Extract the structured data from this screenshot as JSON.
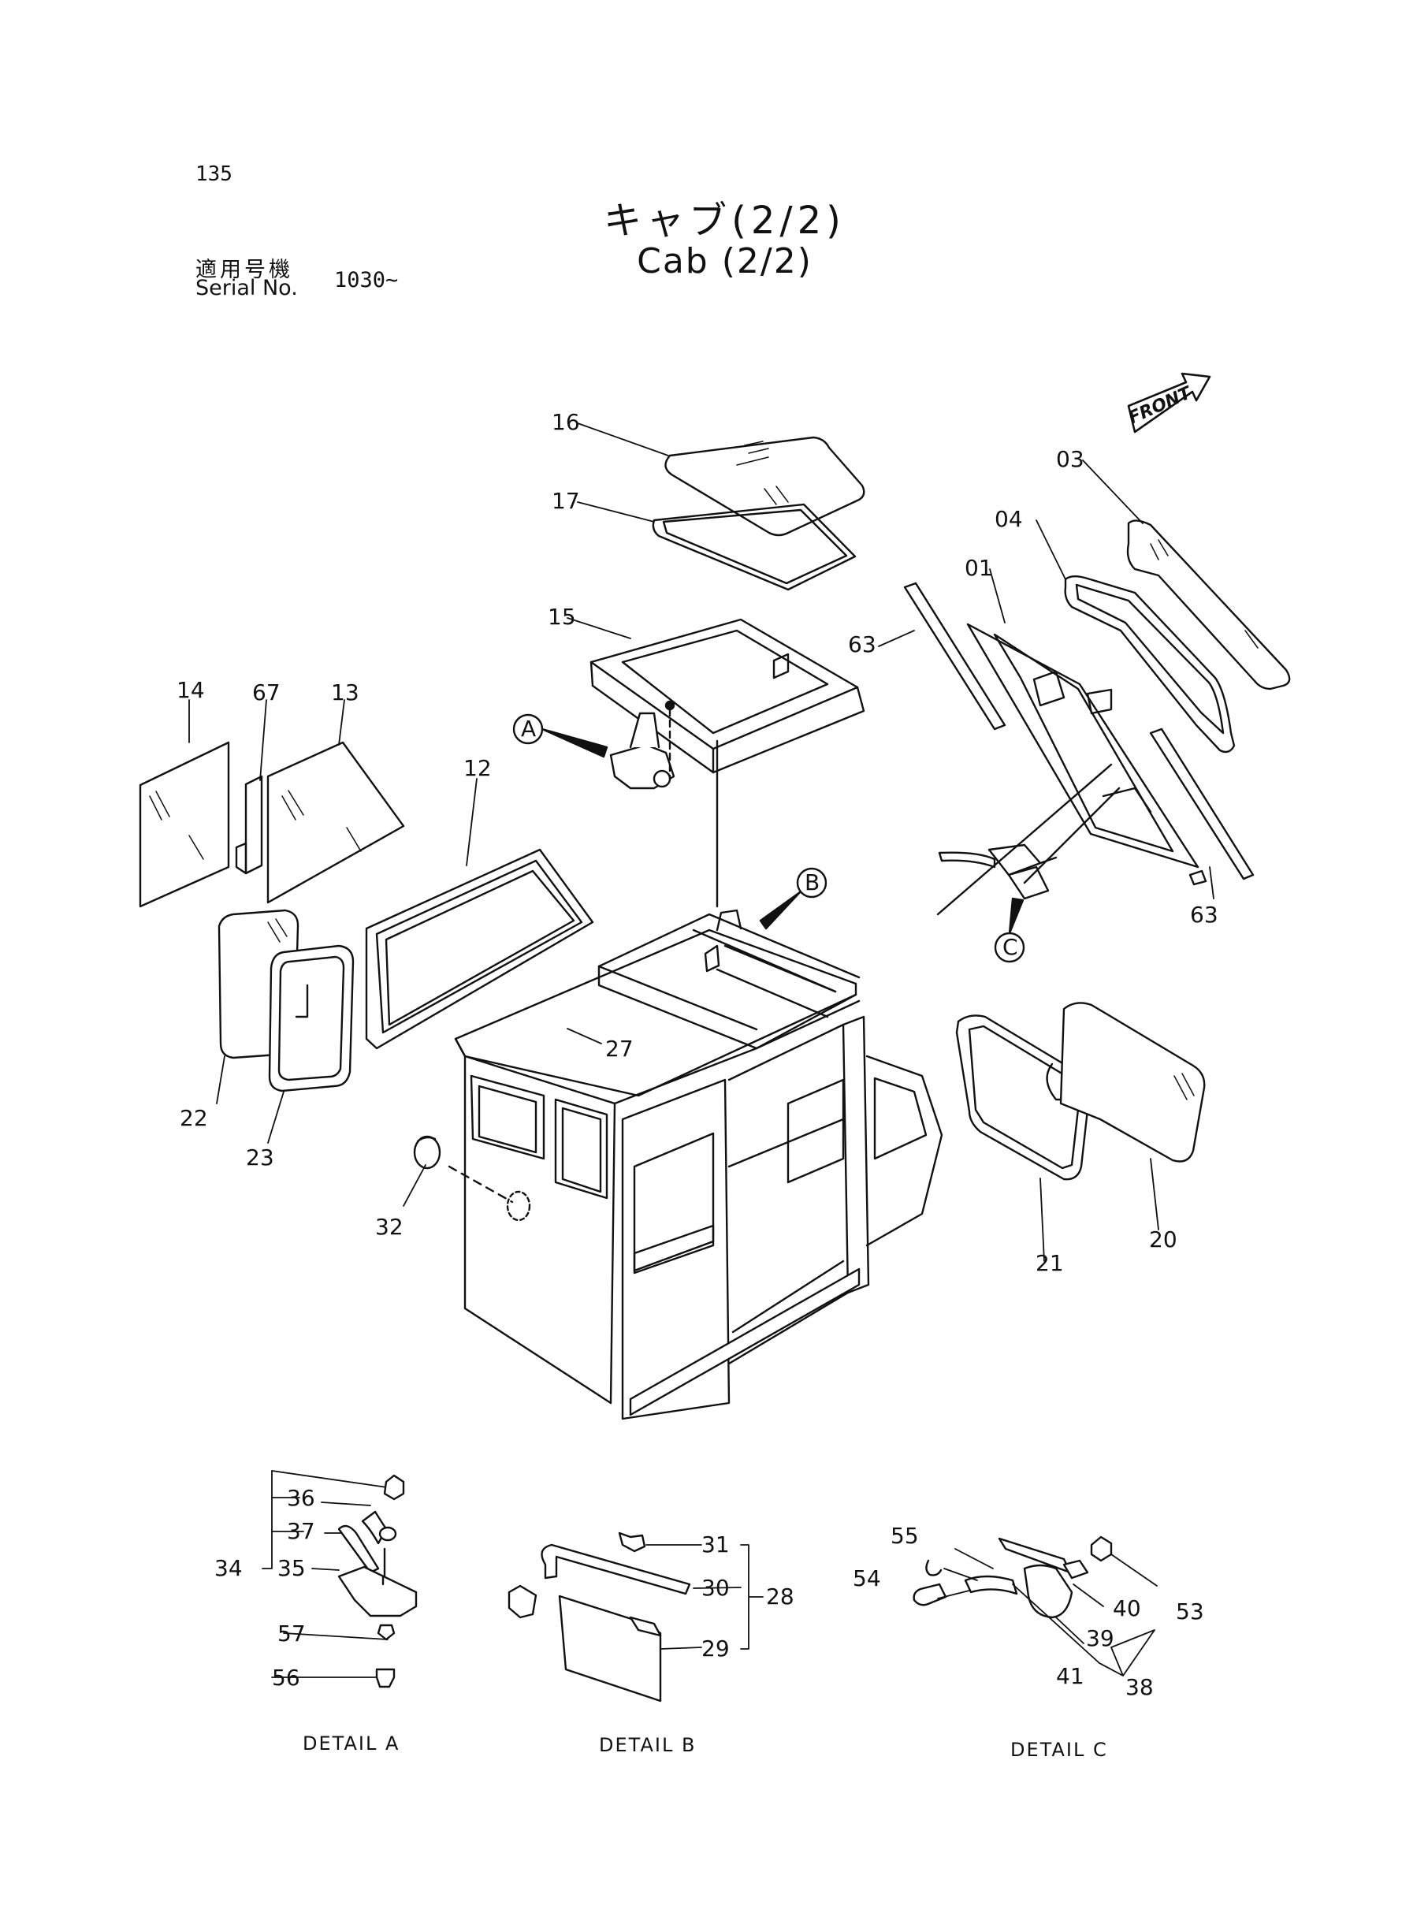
{
  "header": {
    "page_number": "135",
    "title_ja": "キャブ(2/2)",
    "title_en": "Cab (2/2)",
    "serial_label_ja": "適用号機",
    "serial_label_en": "Serial No.",
    "serial_value": "1030~"
  },
  "front_marker": "FRONT",
  "callouts": [
    "16",
    "17",
    "15",
    "03",
    "04",
    "01",
    "63",
    "63",
    "14",
    "67",
    "13",
    "12",
    "A",
    "B",
    "C",
    "22",
    "23",
    "27",
    "32",
    "21",
    "20",
    "36",
    "37",
    "34",
    "35",
    "57",
    "56",
    "31",
    "30",
    "28",
    "29",
    "55",
    "54",
    "40",
    "53",
    "39",
    "41",
    "38"
  ],
  "details": [
    "DETAIL A",
    "DETAIL B",
    "DETAIL C"
  ]
}
